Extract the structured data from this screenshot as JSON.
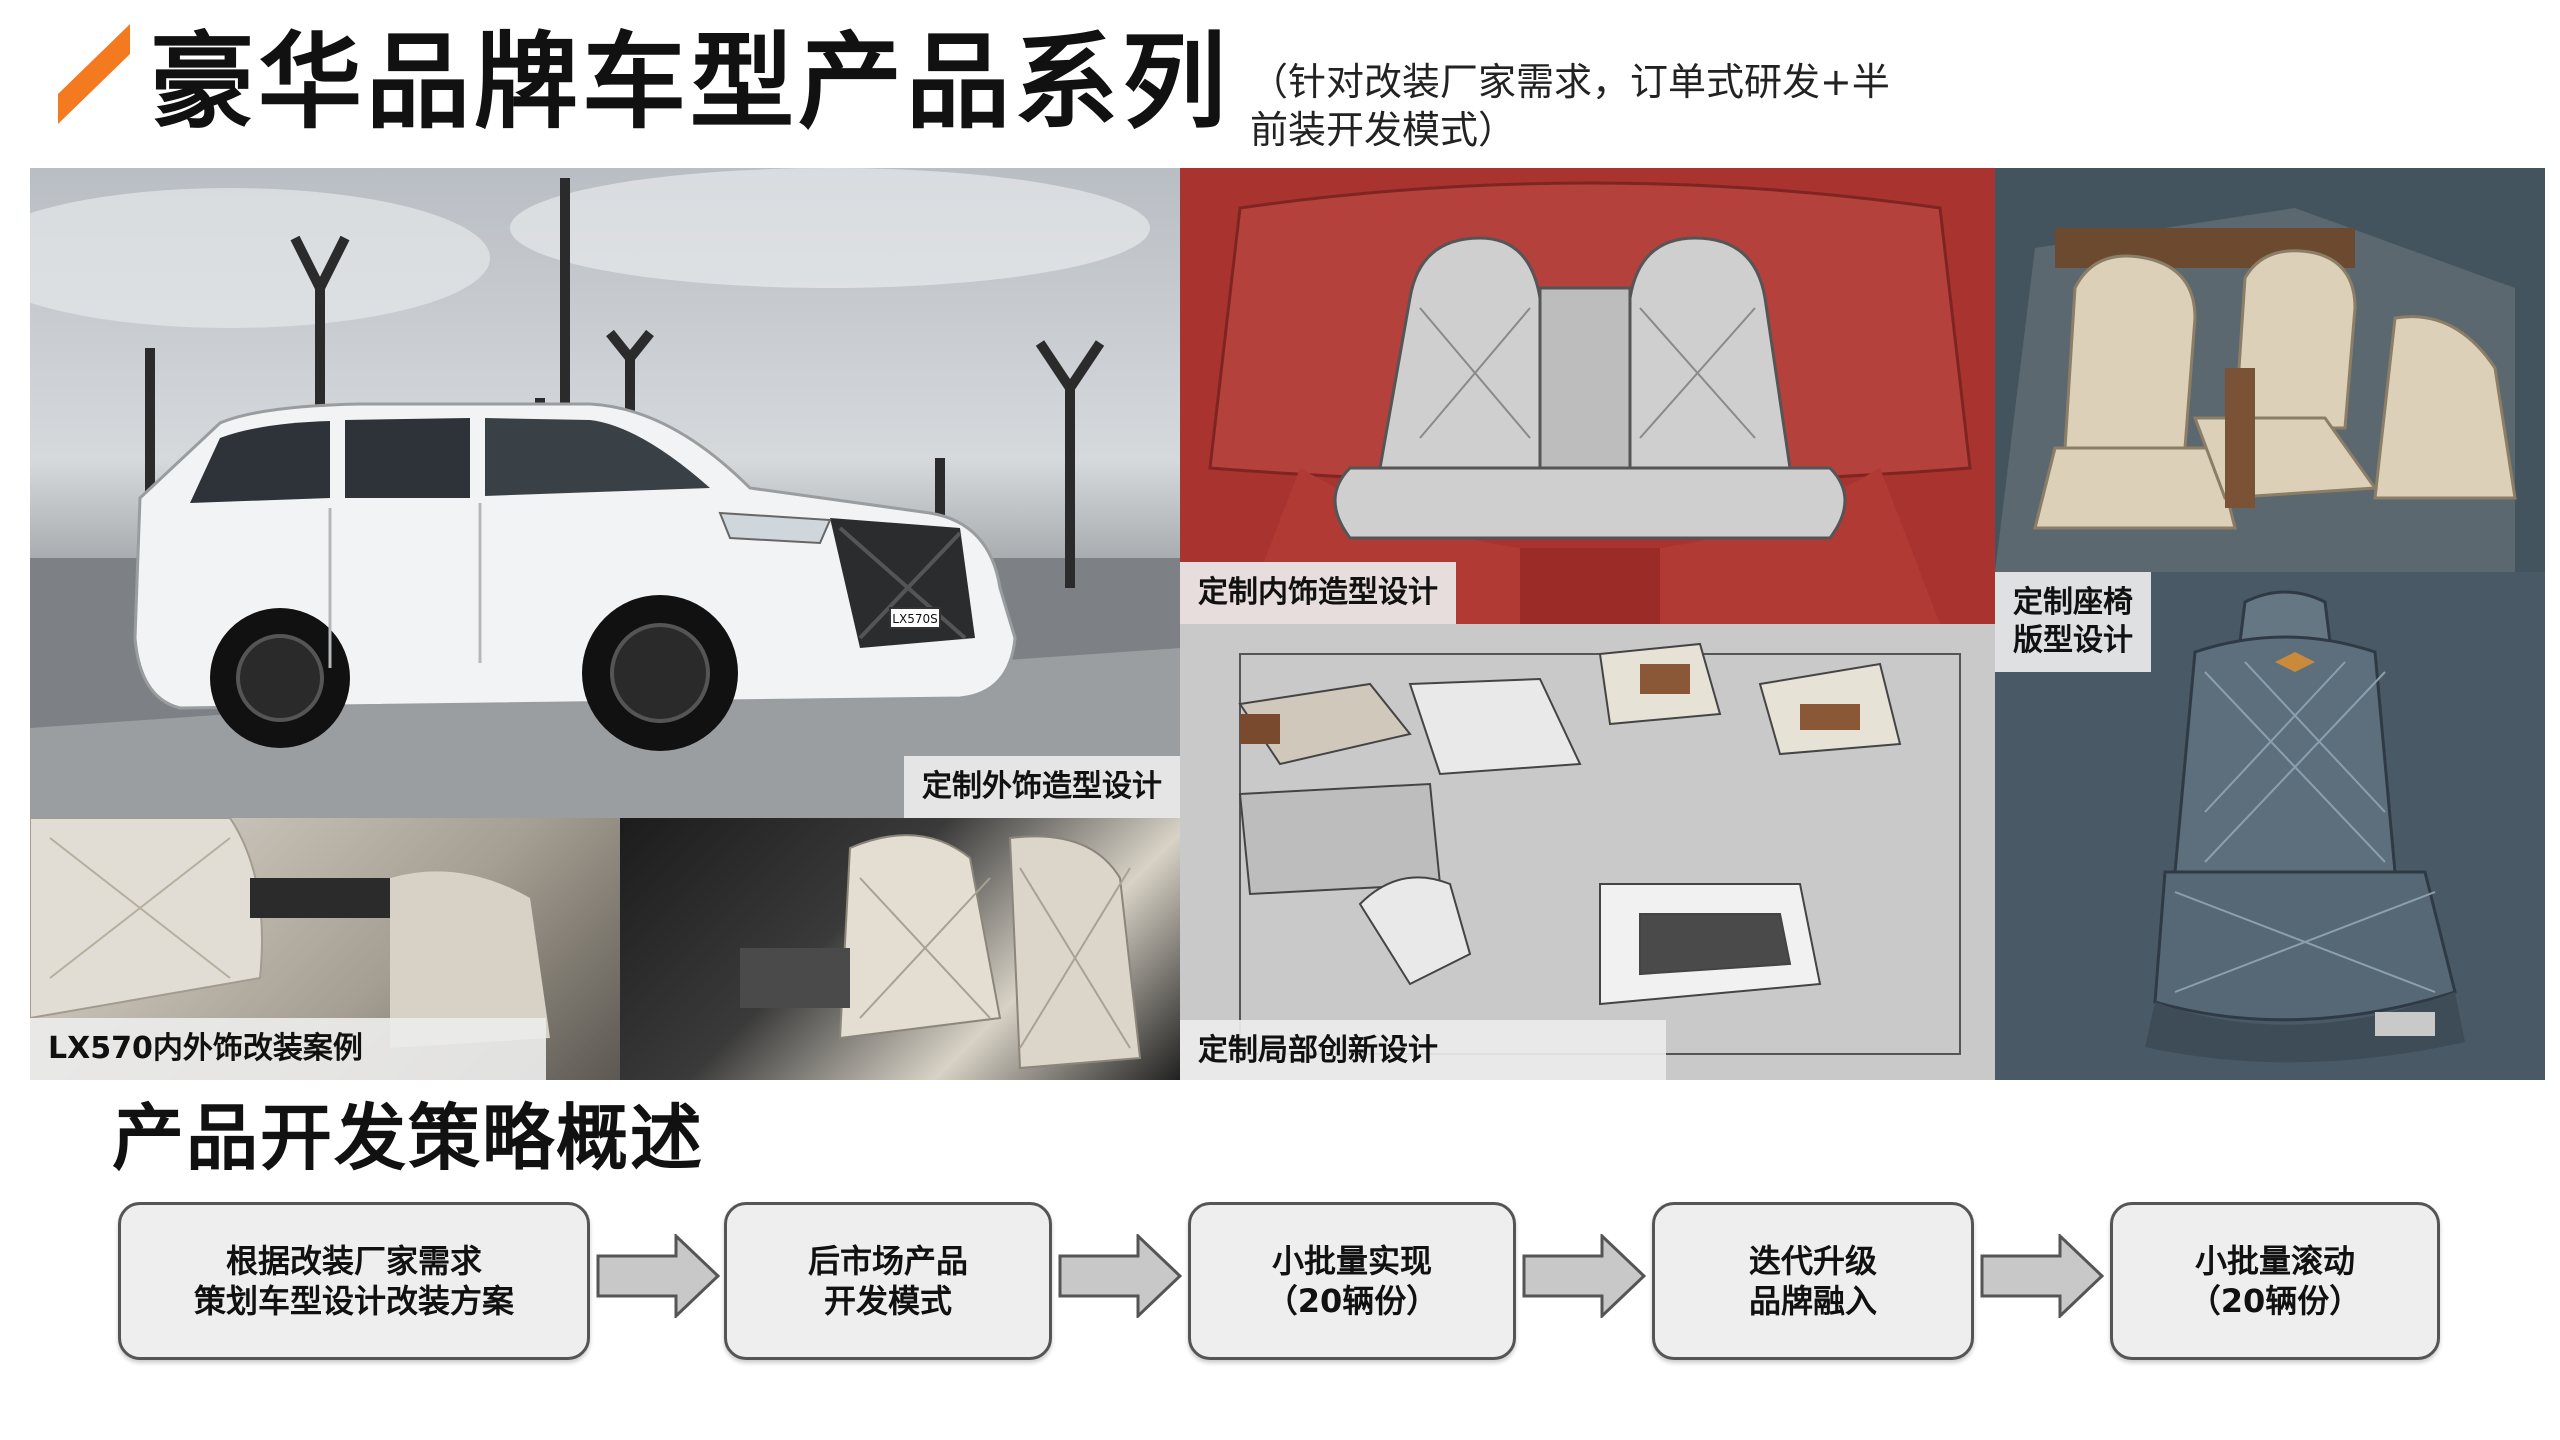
{
  "header": {
    "title": "豪华品牌车型产品系列",
    "subtitle_line1": "（针对改装厂家需求，订单式研发+半",
    "subtitle_line2": "前装开发模式）",
    "accent_color": "#f47a20"
  },
  "gallery": {
    "exterior_caption": "定制外饰造型设计",
    "interior_caption": "定制内饰造型设计",
    "seat_caption_line1": "定制座椅",
    "seat_caption_line2": "版型设计",
    "local_caption": "定制局部创新设计",
    "case_caption": "LX570内外饰改装案例",
    "plate_text": "LX570S"
  },
  "strategy": {
    "title": "产品开发策略概述",
    "steps": [
      {
        "line1": "根据改装厂家需求",
        "line2": "策划车型设计改装方案"
      },
      {
        "line1": "后市场产品",
        "line2": "开发模式"
      },
      {
        "line1": "小批量实现",
        "line2": "（20辆份）"
      },
      {
        "line1": "迭代升级",
        "line2": "品牌融入"
      },
      {
        "line1": "小批量滚动",
        "line2": "（20辆份）"
      }
    ]
  }
}
